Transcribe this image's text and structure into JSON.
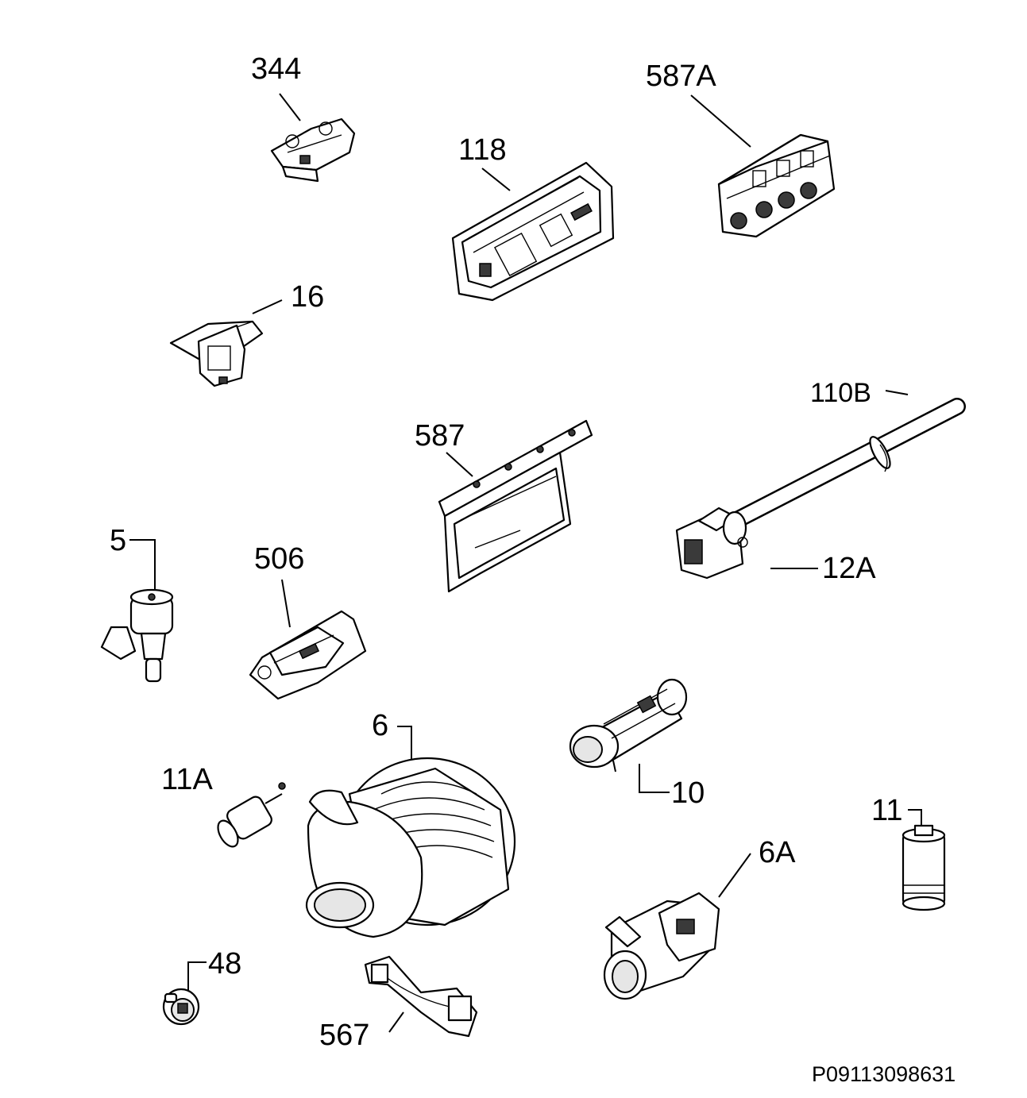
{
  "labels": {
    "p344": "344",
    "p587a": "587A",
    "p118": "118",
    "p16": "16",
    "p110b": "110B",
    "p587": "587",
    "p5": "5",
    "p506": "506",
    "p12a": "12A",
    "p6": "6",
    "p10": "10",
    "p11a": "11A",
    "p11": "11",
    "p6a": "6A",
    "p48": "48",
    "p567": "567"
  },
  "drawing_code": "P09113098631"
}
